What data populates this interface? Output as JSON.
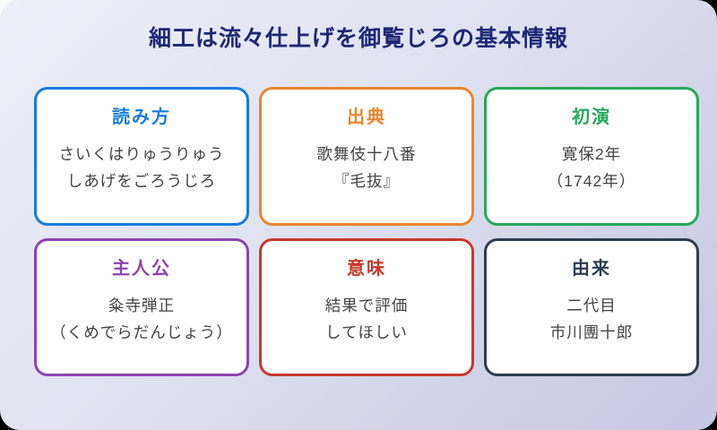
{
  "page": {
    "title": "細工は流々仕上げを御覧じろの基本情報",
    "title_color": "#1e2875",
    "panel_gradient_start": "#edeef8",
    "panel_gradient_end": "#c3c7e1"
  },
  "cards": [
    {
      "label": "読み方",
      "color": "#1a7be0",
      "lines": [
        "さいくはりゅうりゅう",
        "しあげをごろうじろ"
      ]
    },
    {
      "label": "出典",
      "color": "#e8862e",
      "lines": [
        "歌舞伎十八番",
        "『毛抜』"
      ]
    },
    {
      "label": "初演",
      "color": "#27a85c",
      "lines": [
        "寛保2年",
        "（1742年）"
      ]
    },
    {
      "label": "主人公",
      "color": "#8e44ad",
      "lines": [
        "粂寺弾正",
        "（くめでらだんじょう）"
      ]
    },
    {
      "label": "意味",
      "color": "#c73a2d",
      "lines": [
        "結果で評価",
        "してほしい"
      ]
    },
    {
      "label": "由来",
      "color": "#2d3e50",
      "lines": [
        "二代目",
        "市川團十郎"
      ]
    }
  ]
}
